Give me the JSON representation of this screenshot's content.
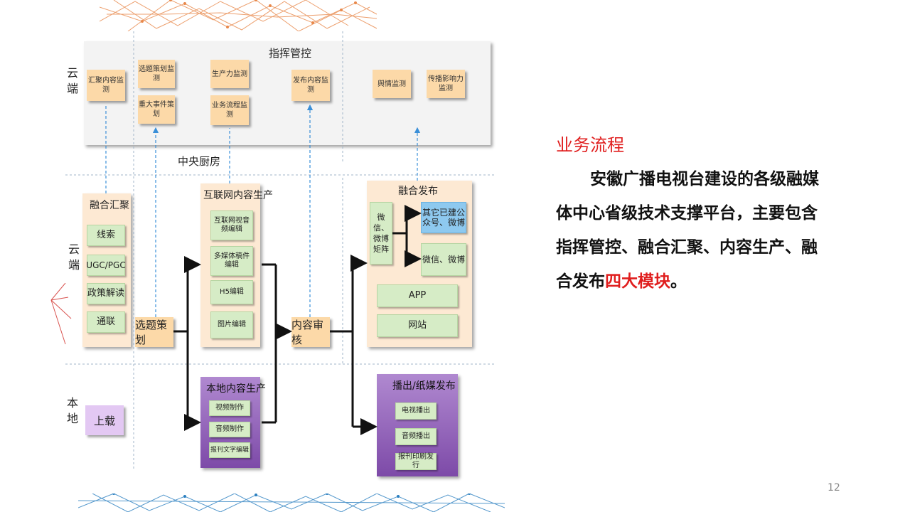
{
  "diagram": {
    "zones": {
      "cloud_top": "云端",
      "cloud_mid": "云端",
      "local": "本地",
      "central_kitchen": "中央厨房"
    },
    "command": {
      "title": "指挥管控",
      "items": [
        "汇聚内容监测",
        "选题策划监测",
        "重大事件策划",
        "生产力监测",
        "业务流程监测",
        "发布内容监测",
        "舆情监测",
        "传播影响力监测"
      ]
    },
    "aggregation": {
      "title": "融合汇聚",
      "items": [
        "线索",
        "UGC/PGC",
        "政策解读",
        "通联"
      ]
    },
    "upload": "上载",
    "topic_planning": "选题策划",
    "internet_production": {
      "title": "互联网内容生产",
      "items": [
        "互联网视音频编辑",
        "多媒体稿件编辑",
        "H5编辑",
        "图片编辑"
      ]
    },
    "local_production": {
      "title": "本地内容生产",
      "items": [
        "视频制作",
        "音频制作",
        "报刊文字编辑"
      ]
    },
    "content_review": "内容审核",
    "publishing": {
      "title": "融合发布",
      "matrix": "微信、微博矩阵",
      "others": "其它已建公众号、微博",
      "wechat_weibo": "微信、微博",
      "app": "APP",
      "website": "网站"
    },
    "broadcast": {
      "title": "播出/纸媒发布",
      "items": [
        "电视播出",
        "音频播出",
        "报刊印刷发行"
      ]
    }
  },
  "text_panel": {
    "title": "业务流程",
    "body_prefix": "安徽广播电视台建设的各级融媒体中心省级技术支撑平台，主要包含指挥管控、融合汇聚、内容生产、融合发布",
    "body_highlight": "四大模块",
    "body_suffix": "。"
  },
  "page_number": "12",
  "colors": {
    "accent_red": "#e01e1e",
    "box_orange": "#fcd9a8",
    "box_green": "#d6ecc6",
    "panel_purple": "#7d4aa8",
    "box_blue": "#8ec9ef",
    "deco_orange": "#e8884a",
    "deco_blue": "#2a7fc0"
  }
}
